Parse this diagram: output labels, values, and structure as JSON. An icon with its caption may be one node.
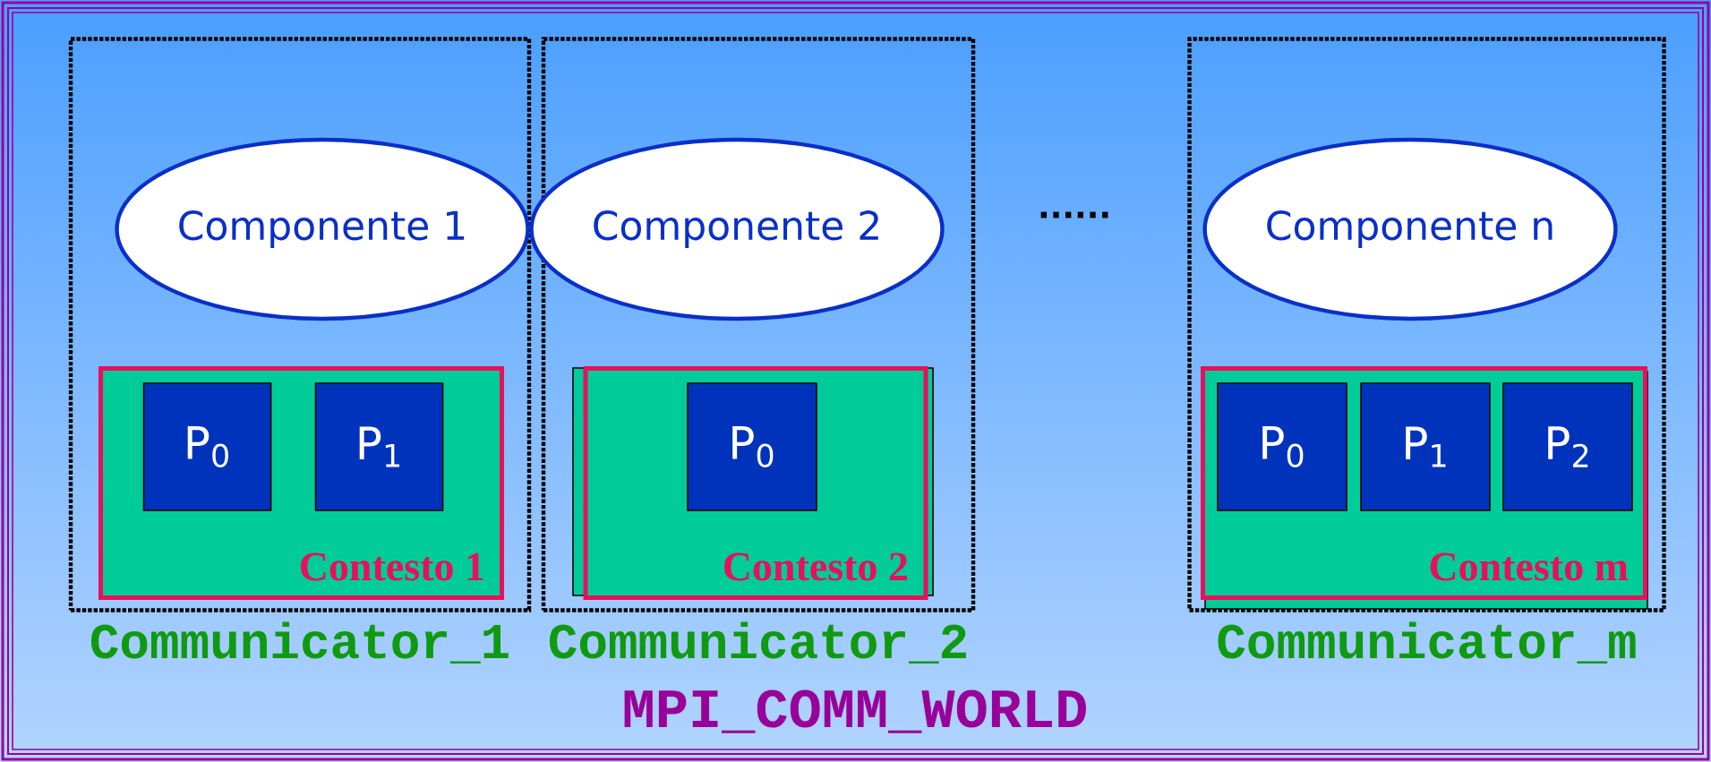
{
  "diagram": {
    "nodes": [
      {
        "text": [
          "MPI_COMM_WORLD"
        ]
      },
      {
        "text": [
          "Communicator_1"
        ],
        "in": 0
      },
      {
        "text": [
          "Componente 1"
        ],
        "in": 1
      },
      {
        "text": [
          "Contesto 1"
        ],
        "in": 1
      },
      {
        "text": [
          "P$_{0}$"
        ],
        "in": 3
      },
      {
        "text": [
          "P$_{1}$"
        ],
        "in": 3
      },
      {
        "text": [
          "Communicator_2"
        ],
        "in": 0
      },
      {
        "text": [
          "Componente 2"
        ],
        "in": 6
      },
      {
        "text": [
          "Contesto 2"
        ],
        "in": 6
      },
      {
        "text": [
          "P$_{0}$"
        ],
        "in": 8
      },
      {
        "text": [
          "Communicator_m"
        ],
        "in": 0
      },
      {
        "text": [
          "Componente n"
        ],
        "in": 10
      },
      {
        "text": [
          "Contesto m"
        ],
        "in": 10
      },
      {
        "text": [
          "P$_{0}$"
        ],
        "in": 12
      },
      {
        "text": [
          "P$_{1}$"
        ],
        "in": 12
      },
      {
        "text": [
          "P$_{2}$"
        ],
        "in": 12
      }
    ],
    "labels": [
      "......"
    ]
  }
}
